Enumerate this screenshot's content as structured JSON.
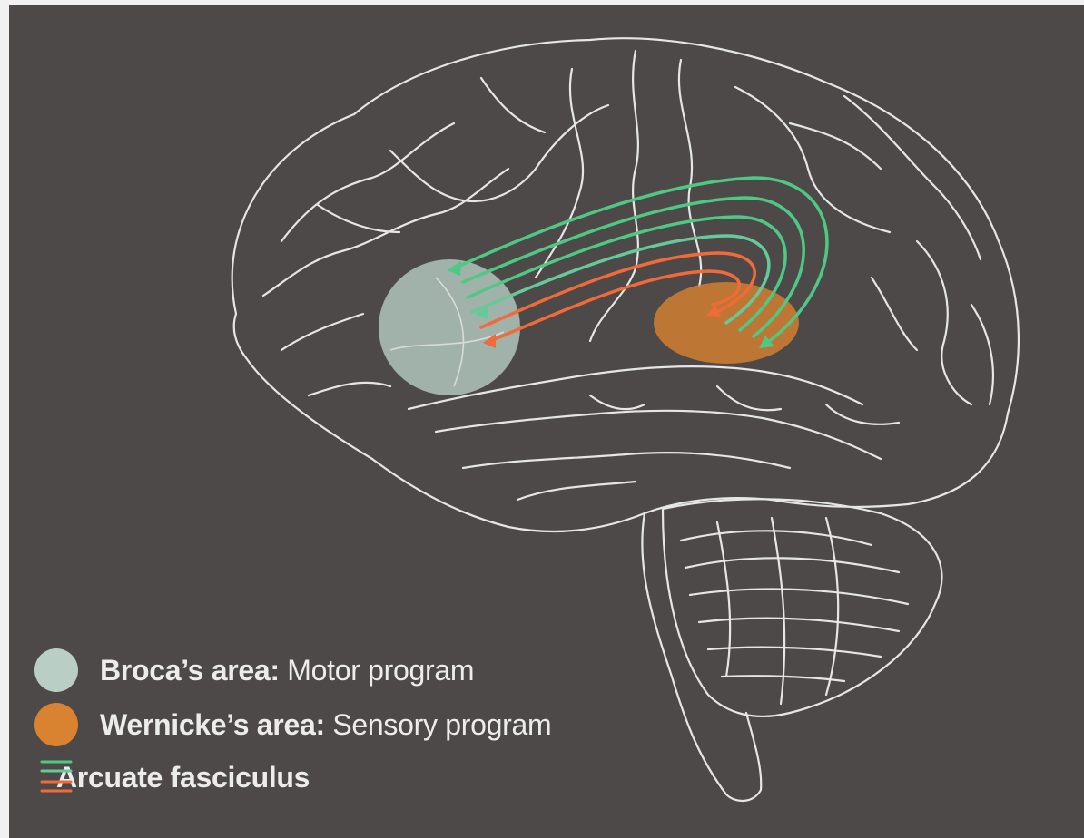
{
  "legend": {
    "broca": {
      "title": "Broca’s area:",
      "desc": "Motor program"
    },
    "wernicke": {
      "title": "Wernicke’s area:",
      "desc": "Sensory program"
    },
    "arcuate": {
      "title": "Arcuate fasciculus"
    }
  },
  "colors": {
    "background": "#4c4948",
    "outline": "#e6e6e6",
    "broca": "#b9cfc5",
    "wernicke": "#d9822f",
    "tract_green": "#4fc885",
    "tract_orange": "#f06a3a"
  }
}
